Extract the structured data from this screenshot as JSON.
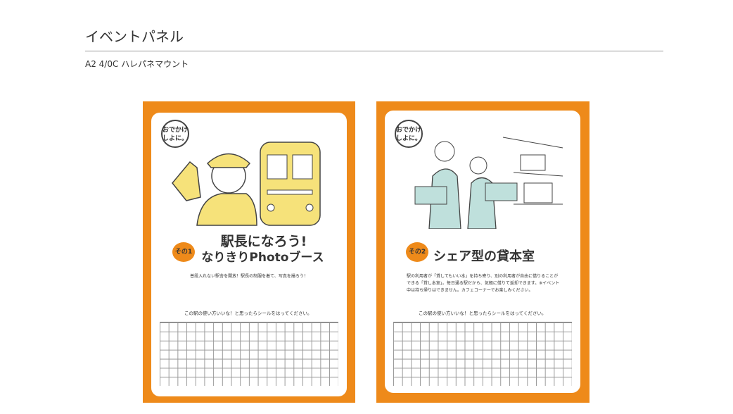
{
  "header": {
    "title": "イベントパネル",
    "subtitle": "A2  4/0C ハレパネマウント"
  },
  "panels": [
    {
      "badge": "おでかけ しよに。",
      "number": "その1",
      "title_line1": "駅長になろう!",
      "title_line2": "なりきりPhotoブース",
      "description": "普段入れない駅舎を開放！駅長の制服を着て、写真を撮ろう！",
      "prompt": "この駅の使い方いいな！と思ったらシールをはってください。"
    },
    {
      "badge": "おでかけ しよに。",
      "number": "その2",
      "title": "シェア型の貸本室",
      "description": "駅の利用者が「貸してもいい本」を持ち寄り、別の利用者が自由に借りることができる「貸し本室」。毎日通る駅だから、気軽に借りて返却できます。※イベント中は持ち帰りはできません。カフェコーナーでお楽しみください。",
      "prompt": "この駅の使い方いいな！と思ったらシールをはってください。"
    }
  ],
  "colors": {
    "accent": "#ee8a1a",
    "illustration_yellow": "#f6e27a",
    "illustration_teal": "#bfe0dc"
  }
}
